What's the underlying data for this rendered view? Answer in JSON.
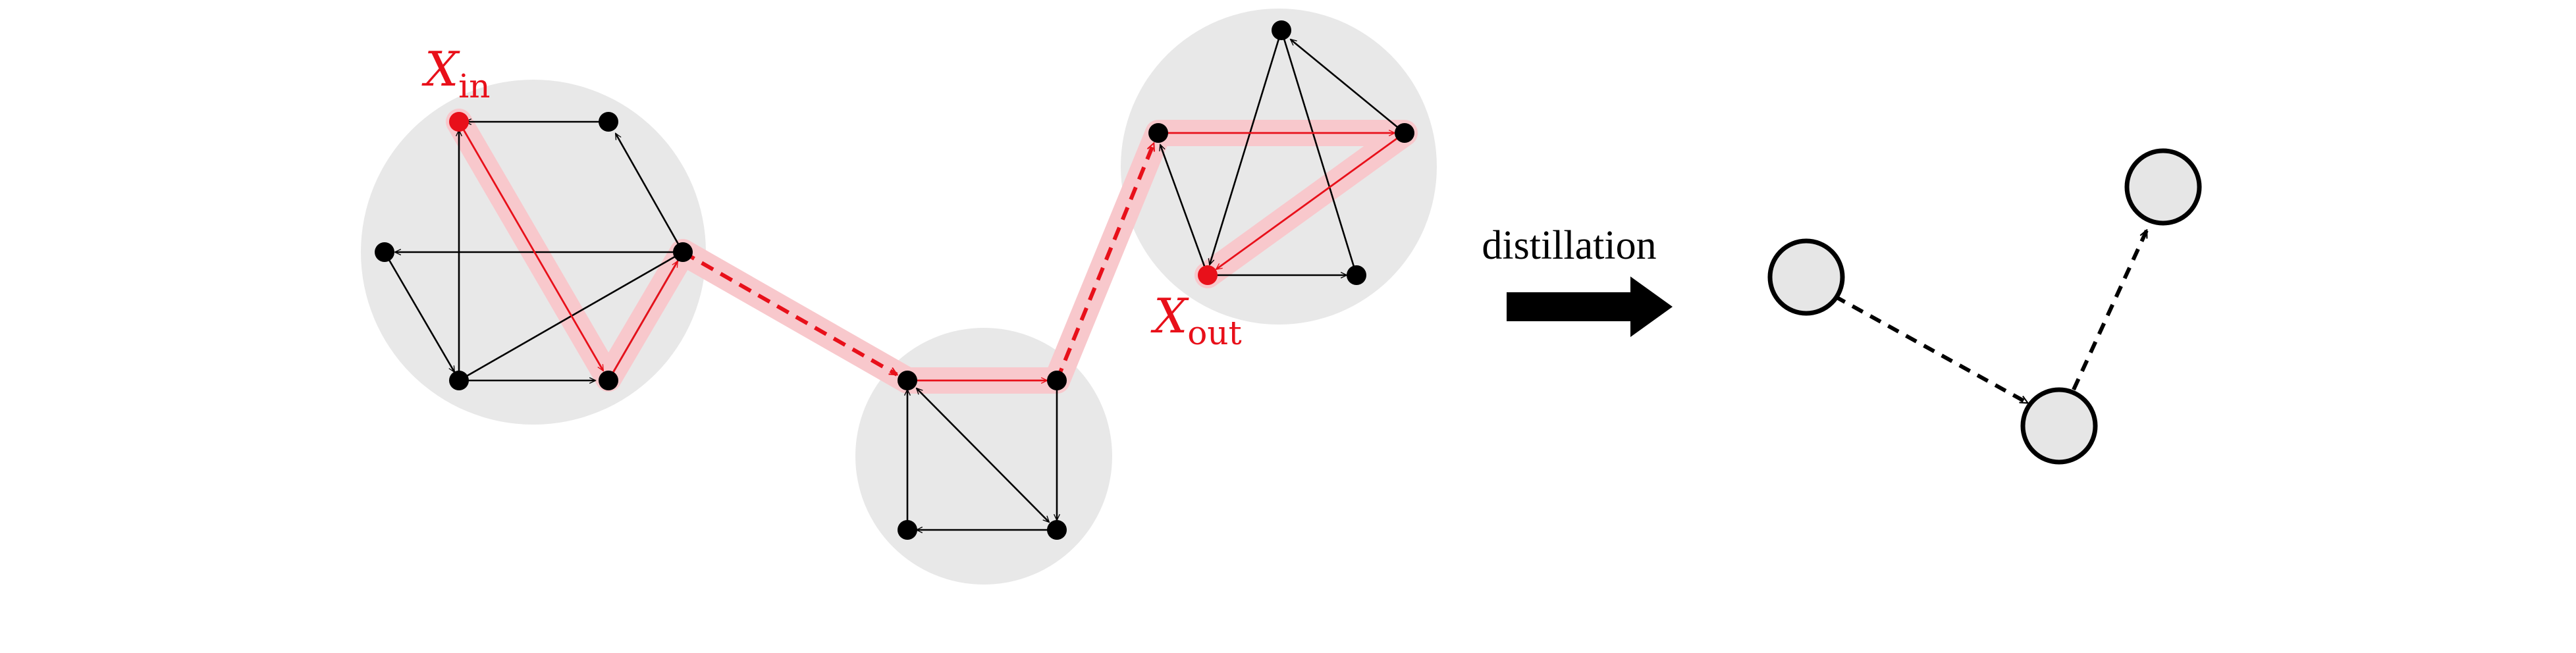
{
  "labels": {
    "input_symbol": "X",
    "input_subscript": "in",
    "output_symbol": "X",
    "output_subscript": "out",
    "distillation": "distillation"
  },
  "colors": {
    "cluster_fill": "#e8e8e8",
    "node": "#000000",
    "highlight_node": "#e8101a",
    "highlight_path": "#f8c8cc",
    "highlight_edge": "#e8101a",
    "edge": "#000000",
    "distilled_node_fill": "#e6e6e6"
  }
}
